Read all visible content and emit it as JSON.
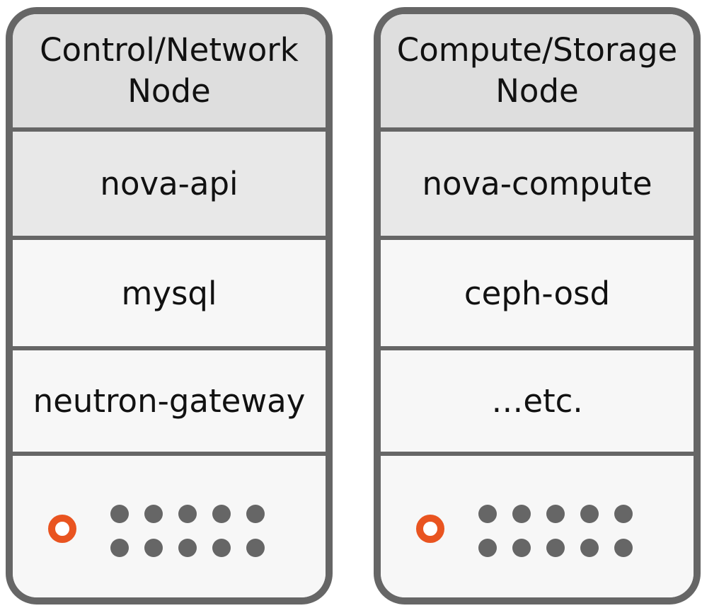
{
  "nodes": [
    {
      "title_line1": "Control/Network",
      "title_line2": "Node",
      "services": [
        "nova-api",
        "mysql",
        "neutron-gateway"
      ]
    },
    {
      "title_line1": "Compute/Storage",
      "title_line2": "Node",
      "services": [
        "nova-compute",
        "ceph-osd",
        "…etc."
      ]
    }
  ],
  "colors": {
    "frame": "#666666",
    "header": "#dedede",
    "first_row": "#e8e8e8",
    "body": "#f7f7f7",
    "power_light": "#e95420"
  },
  "icons": {
    "power_light": "power-indicator-icon",
    "vent": "vent-dot-icon"
  }
}
